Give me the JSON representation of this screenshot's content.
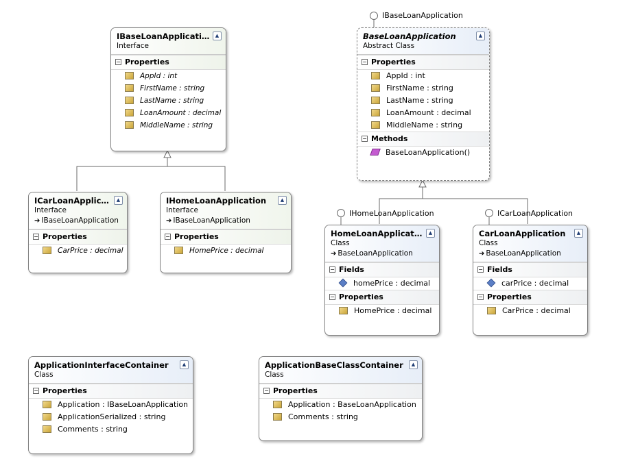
{
  "ibase": {
    "title": "IBaseLoanApplication",
    "kind": "Interface",
    "section": "Properties",
    "members": [
      "AppId : int",
      "FirstName : string",
      "LastName : string",
      "LoanAmount : decimal",
      "MiddleName : string"
    ]
  },
  "icar": {
    "title": "ICarLoanApplica...",
    "kind": "Interface",
    "base": "IBaseLoanApplication",
    "section": "Properties",
    "members": [
      "CarPrice : decimal"
    ]
  },
  "ihome": {
    "title": "IHomeLoanApplication",
    "kind": "Interface",
    "base": "IBaseLoanApplication",
    "section": "Properties",
    "members": [
      "HomePrice : decimal"
    ]
  },
  "baseloan": {
    "lollipop": "IBaseLoanApplication",
    "title": "BaseLoanApplication",
    "kind": "Abstract Class",
    "section_props": "Properties",
    "props": [
      "AppId : int",
      "FirstName : string",
      "LastName : string",
      "LoanAmount : decimal",
      "MiddleName : string"
    ],
    "section_methods": "Methods",
    "methods": [
      "BaseLoanApplication()"
    ]
  },
  "homeloan": {
    "lollipop": "IHomeLoanApplication",
    "title": "HomeLoanApplication",
    "kind": "Class",
    "base": "BaseLoanApplication",
    "section_fields": "Fields",
    "fields": [
      "homePrice : decimal"
    ],
    "section_props": "Properties",
    "props": [
      "HomePrice : decimal"
    ]
  },
  "carloan": {
    "lollipop": "ICarLoanApplication",
    "title": "CarLoanApplication",
    "kind": "Class",
    "base": "BaseLoanApplication",
    "section_fields": "Fields",
    "fields": [
      "carPrice : decimal"
    ],
    "section_props": "Properties",
    "props": [
      "CarPrice : decimal"
    ]
  },
  "ifacecontainer": {
    "title": "ApplicationInterfaceContainer",
    "kind": "Class",
    "section": "Properties",
    "members": [
      "Application : IBaseLoanApplication",
      "ApplicationSerialized : string",
      "Comments : string"
    ]
  },
  "basecontainer": {
    "title": "ApplicationBaseClassContainer",
    "kind": "Class",
    "section": "Properties",
    "members": [
      "Application : BaseLoanApplication",
      "Comments : string"
    ]
  },
  "icons": {
    "collapse": "chevron-up-icon",
    "section_toggle": "minus-icon",
    "property": "property-icon",
    "field": "field-icon",
    "method": "method-icon",
    "inherits": "arrow-right-icon"
  }
}
